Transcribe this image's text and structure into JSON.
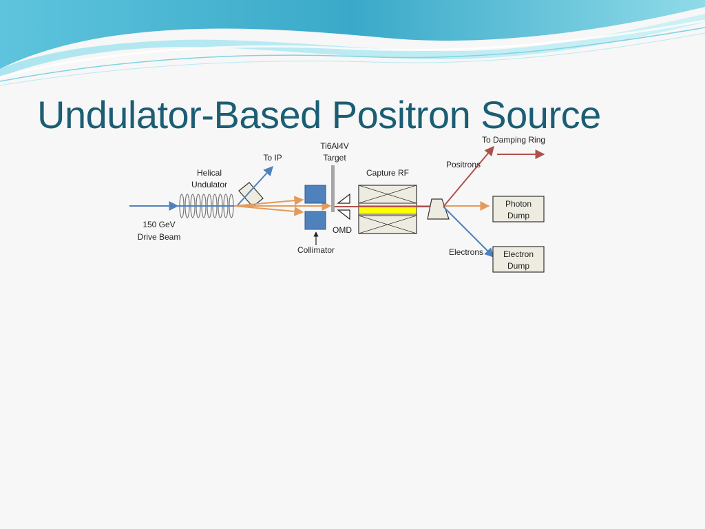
{
  "slide": {
    "title": "Undulator-Based Positron Source"
  },
  "diagram": {
    "labels": {
      "to_damping_ring": "To Damping Ring",
      "target_line1": "Ti6Al4V",
      "target_line2": "Target",
      "to_ip": "To IP",
      "helical_line1": "Helical",
      "helical_line2": "Undulator",
      "capture_rf": "Capture RF",
      "positrons": "Positrons",
      "photon_line1": "Photon",
      "photon_line2": "Dump",
      "drive_line1": "150 GeV",
      "drive_line2": "Drive Beam",
      "omd": "OMD",
      "collimator": "Collimator",
      "electrons": "Electrons",
      "electron_line1": "Electron",
      "electron_line2": "Dump"
    },
    "colors": {
      "drive_beam": "#4f81bd",
      "photon_beam": "#e39b5c",
      "positron_beam": "#b0504a",
      "collimator": "#4f81bd",
      "capture_highlight": "#ffff00",
      "box_fill": "#eeece1",
      "title": "#1b5e74"
    }
  }
}
